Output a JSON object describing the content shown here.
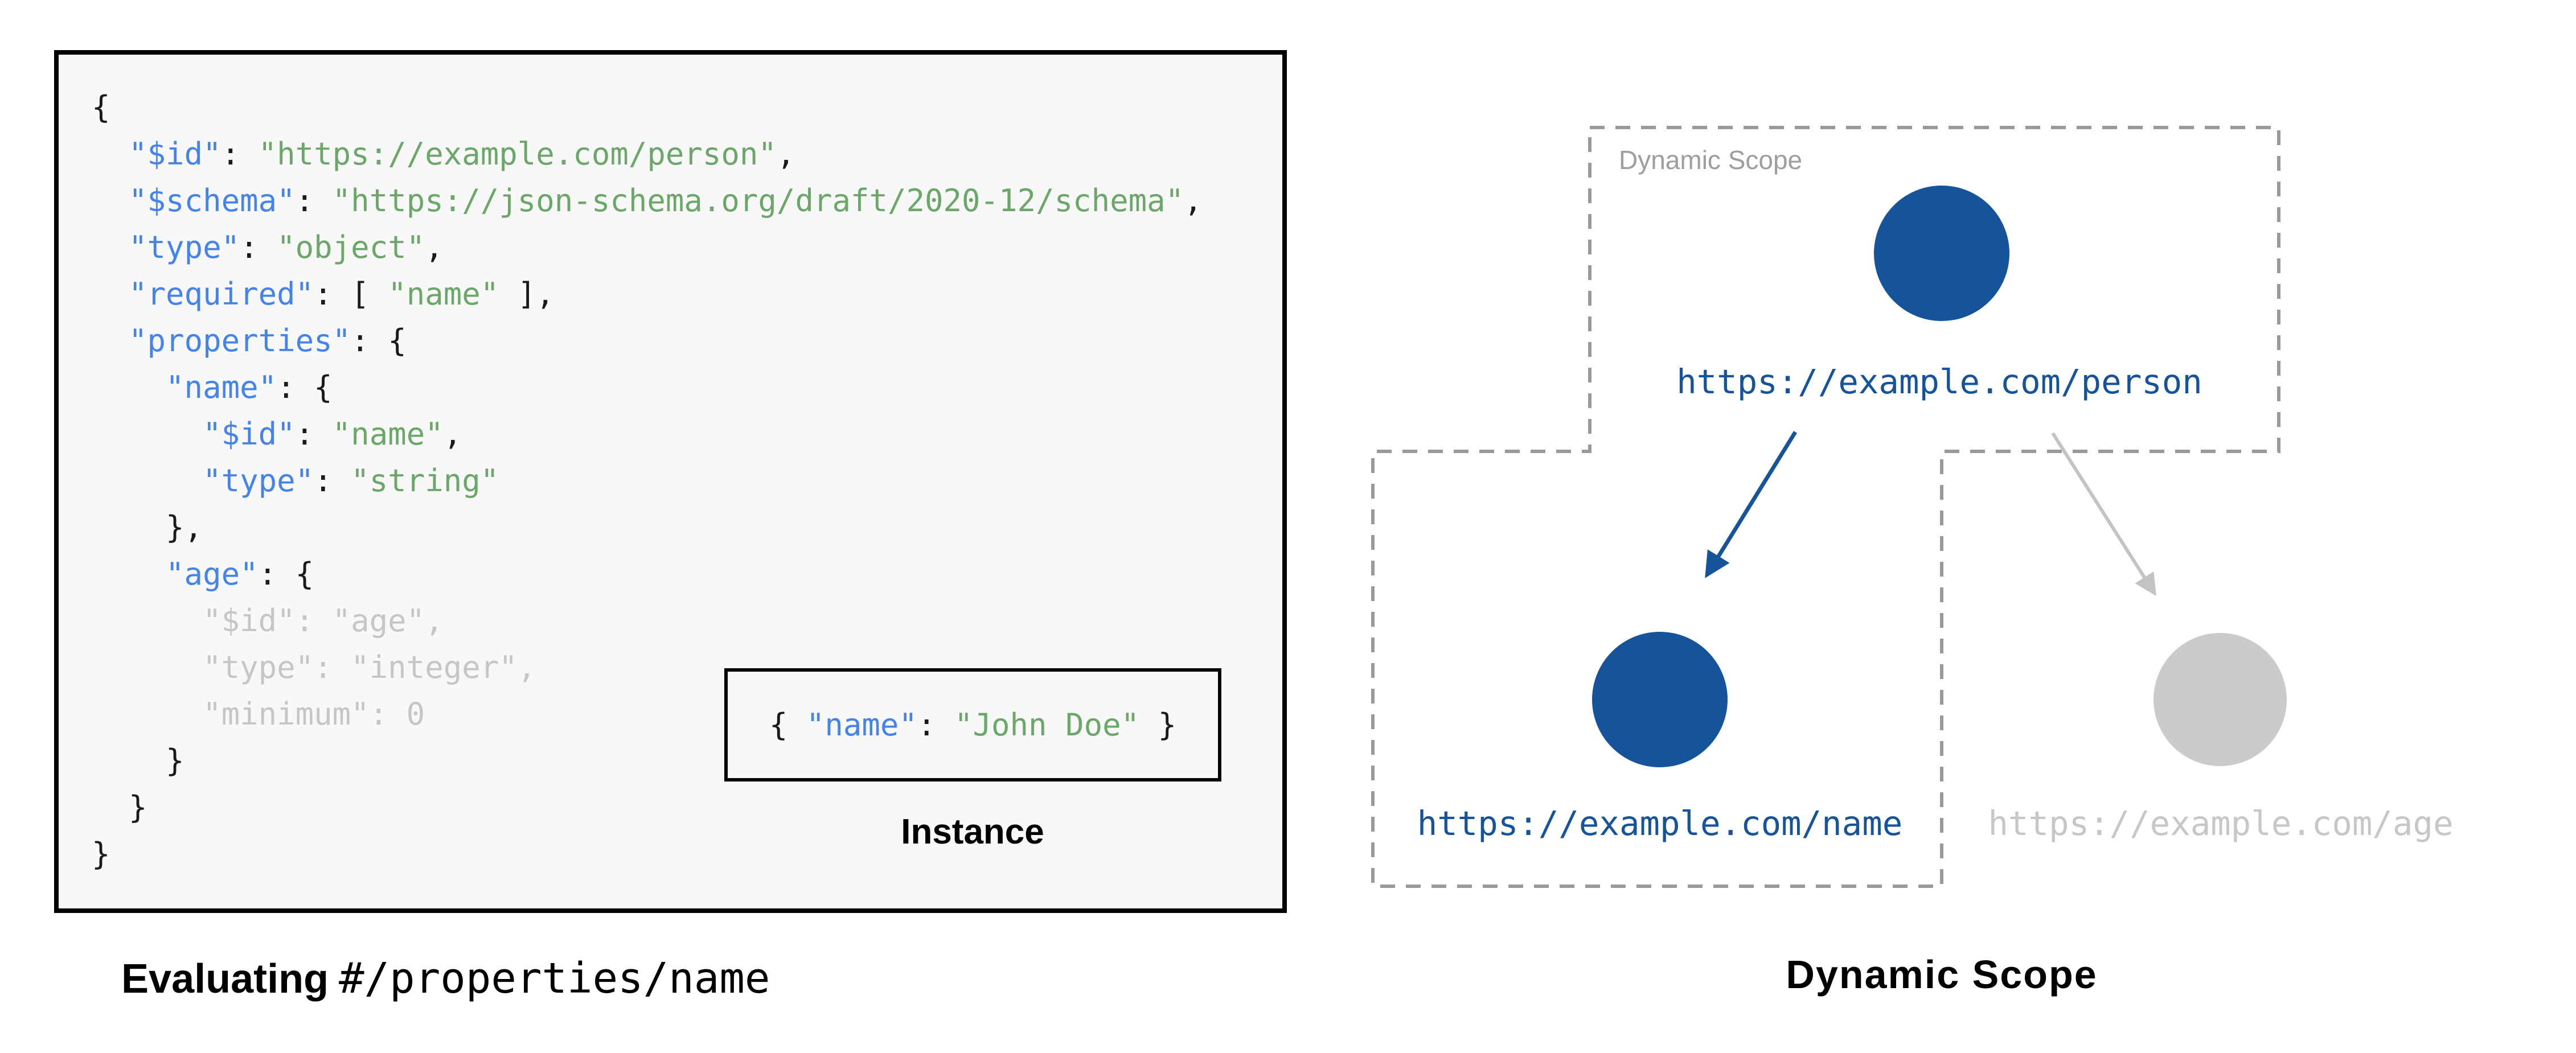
{
  "colors": {
    "panel_bg": "#f8f8f8",
    "border_black": "#000000",
    "key_blue": "#4583ec",
    "string_green": "#6ba768",
    "plain_black": "#1a1a1a",
    "dim_gray": "#c6c6c6",
    "navy_blue": "#15549b",
    "dash_gray": "#9a9a9a",
    "scope_label_gray": "#9e9e9e",
    "gray_circle": "#cbcbcb",
    "gray_arrow": "#c3c3c3",
    "gray_url": "#c7c7c7",
    "caption_black": "#000000"
  },
  "left_panel": {
    "code_lines": [
      [
        {
          "c": "plain",
          "t": "{"
        }
      ],
      [
        {
          "c": "plain",
          "t": "  "
        },
        {
          "c": "key",
          "t": "\"$id\""
        },
        {
          "c": "plain",
          "t": ": "
        },
        {
          "c": "string",
          "t": "\"https://example.com/person\""
        },
        {
          "c": "plain",
          "t": ","
        }
      ],
      [
        {
          "c": "plain",
          "t": "  "
        },
        {
          "c": "key",
          "t": "\"$schema\""
        },
        {
          "c": "plain",
          "t": ": "
        },
        {
          "c": "string",
          "t": "\"https://json-schema.org/draft/2020-12/schema\""
        },
        {
          "c": "plain",
          "t": ","
        }
      ],
      [
        {
          "c": "plain",
          "t": "  "
        },
        {
          "c": "key",
          "t": "\"type\""
        },
        {
          "c": "plain",
          "t": ": "
        },
        {
          "c": "string",
          "t": "\"object\""
        },
        {
          "c": "plain",
          "t": ","
        }
      ],
      [
        {
          "c": "plain",
          "t": "  "
        },
        {
          "c": "key",
          "t": "\"required\""
        },
        {
          "c": "plain",
          "t": ": [ "
        },
        {
          "c": "string",
          "t": "\"name\""
        },
        {
          "c": "plain",
          "t": " ],"
        }
      ],
      [
        {
          "c": "plain",
          "t": "  "
        },
        {
          "c": "key",
          "t": "\"properties\""
        },
        {
          "c": "plain",
          "t": ": {"
        }
      ],
      [
        {
          "c": "plain",
          "t": "    "
        },
        {
          "c": "key",
          "t": "\"name\""
        },
        {
          "c": "plain",
          "t": ": {"
        }
      ],
      [
        {
          "c": "plain",
          "t": "      "
        },
        {
          "c": "key",
          "t": "\"$id\""
        },
        {
          "c": "plain",
          "t": ": "
        },
        {
          "c": "string",
          "t": "\"name\""
        },
        {
          "c": "plain",
          "t": ","
        }
      ],
      [
        {
          "c": "plain",
          "t": "      "
        },
        {
          "c": "key",
          "t": "\"type\""
        },
        {
          "c": "plain",
          "t": ": "
        },
        {
          "c": "string",
          "t": "\"string\""
        }
      ],
      [
        {
          "c": "plain",
          "t": "    },"
        }
      ],
      [
        {
          "c": "plain",
          "t": "    "
        },
        {
          "c": "key",
          "t": "\"age\""
        },
        {
          "c": "plain",
          "t": ": {"
        }
      ],
      [
        {
          "c": "dim",
          "t": "      \"$id\": \"age\","
        }
      ],
      [
        {
          "c": "dim",
          "t": "      \"type\": \"integer\","
        }
      ],
      [
        {
          "c": "dim",
          "t": "      \"minimum\": 0"
        }
      ],
      [
        {
          "c": "plain",
          "t": "    }"
        }
      ],
      [
        {
          "c": "plain",
          "t": "  }"
        }
      ],
      [
        {
          "c": "plain",
          "t": "}"
        }
      ]
    ],
    "instance": {
      "tokens": [
        {
          "c": "plain",
          "t": "{ "
        },
        {
          "c": "key",
          "t": "\"name\""
        },
        {
          "c": "plain",
          "t": ": "
        },
        {
          "c": "string",
          "t": "\"John Doe\""
        },
        {
          "c": "plain",
          "t": " }"
        }
      ],
      "label": "Instance"
    },
    "caption_bold": "Evaluating",
    "caption_mono": "#/properties/name"
  },
  "right_panel": {
    "scope_label": "Dynamic Scope",
    "person_url": "https://example.com/person",
    "name_url": "https://example.com/name",
    "age_url": "https://example.com/age",
    "caption": "Dynamic Scope"
  }
}
